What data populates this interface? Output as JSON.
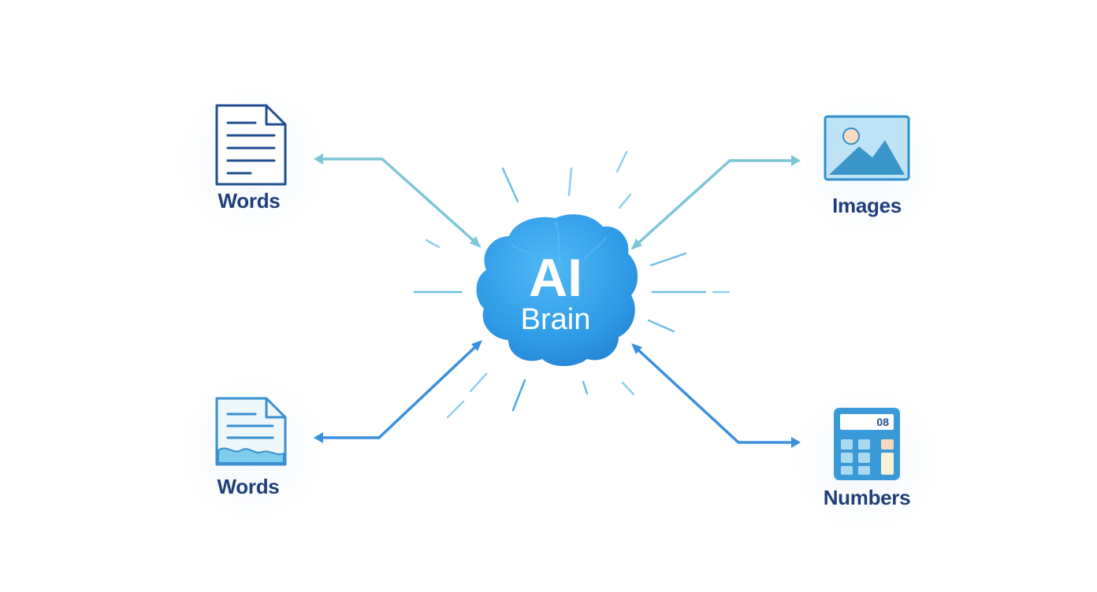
{
  "center": {
    "line1": "AI",
    "line2": "Brain"
  },
  "nodes": {
    "words_top": {
      "label": "Words",
      "icon": "document-icon"
    },
    "words_bottom": {
      "label": "Words",
      "icon": "document-chart-icon"
    },
    "images": {
      "label": "Images",
      "icon": "image-icon"
    },
    "numbers": {
      "label": "Numbers",
      "icon": "calculator-icon",
      "display": "08"
    }
  },
  "colors": {
    "label": "#1f3f7a",
    "brain": "#2f9be6",
    "arrow_top": "#7cc6d6",
    "arrow_bottom": "#3a8fdf",
    "icon_dark": "#1f4f8f",
    "icon_mid": "#3a8fd0",
    "icon_light": "#bfe3f5"
  }
}
